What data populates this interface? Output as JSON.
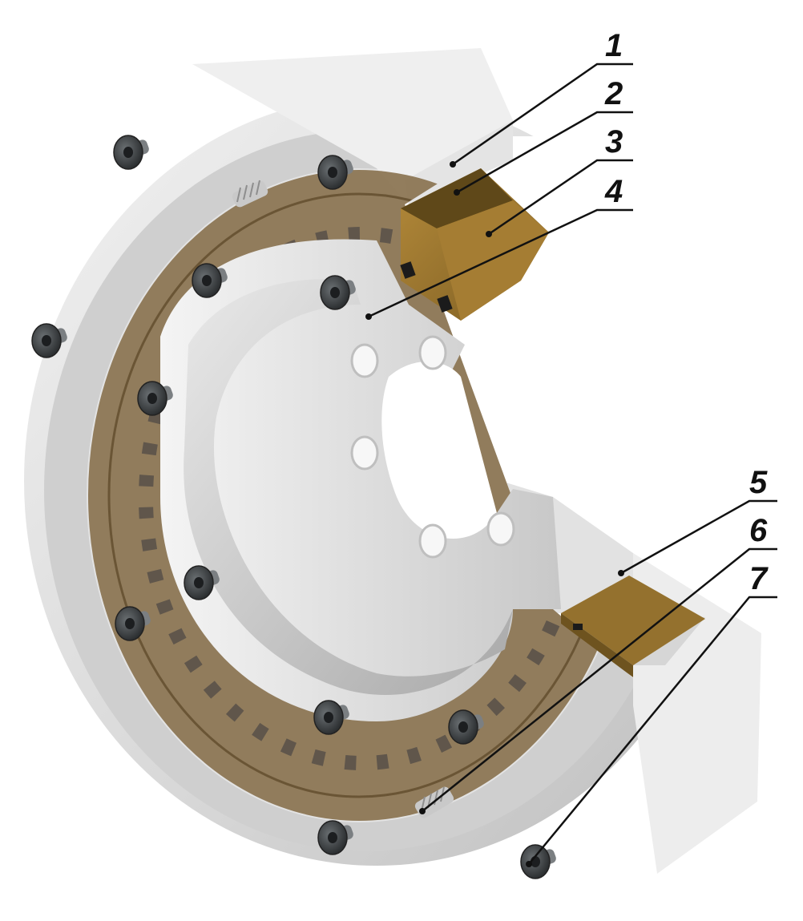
{
  "callouts": [
    {
      "id": "1",
      "label": "1"
    },
    {
      "id": "2",
      "label": "2"
    },
    {
      "id": "3",
      "label": "3"
    },
    {
      "id": "4",
      "label": "4"
    },
    {
      "id": "5",
      "label": "5"
    },
    {
      "id": "6",
      "label": "6"
    },
    {
      "id": "7",
      "label": "7"
    }
  ],
  "colors": {
    "housing": "#d9d9d9",
    "housing_light": "#ececec",
    "housing_shadow": "#b9b9b9",
    "laminate": "#7a6440",
    "laminate_translucent": "#8a7350",
    "magnet": "#9a7530",
    "magnet_dark": "#6e531f",
    "bolt": "#3b3f42",
    "leader": "#111111"
  }
}
